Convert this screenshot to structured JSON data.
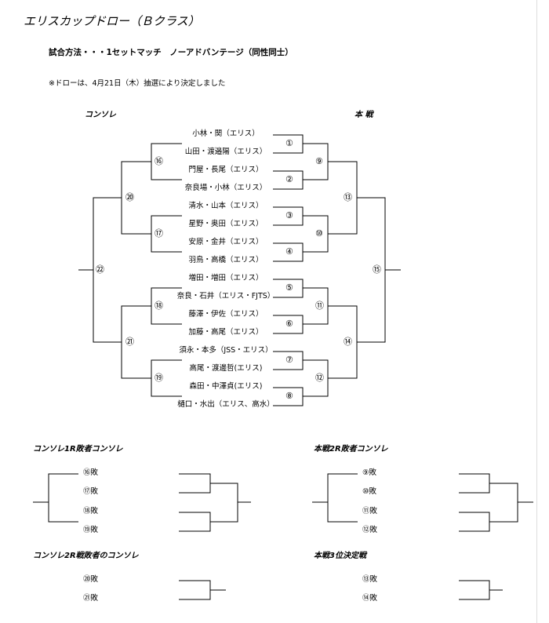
{
  "title": "エリスカップドロー（Ｂクラス）",
  "method": "試合方法・・・1セットマッチ　ノーアドバンテージ（同性同士）",
  "note": "※ドローは、4月21日（木）抽選により決定しました",
  "labels": {
    "consolation": "コンソレ",
    "main_draw": "本 戦"
  },
  "players": [
    "小林・関（エリス）",
    "山田・渡邉陽（エリス）",
    "門屋・長尾（エリス）",
    "奈良場・小林（エリス）",
    "清水・山本（エリス）",
    "星野・奥田（エリス）",
    "安原・金井（エリス）",
    "羽鳥・高橋（エリス）",
    "増田・増田（エリス）",
    "奈良・石井（エリス・FJTS）",
    "藤澤・伊佐（エリス）",
    "加藤・高尾（エリス）",
    "須永・本多（JSS・エリス）",
    "高尾・渡邊哲(エリス)",
    "森田・中澤貞(エリス)",
    "樋口・水出（エリス、高水）"
  ],
  "match_numbers": {
    "main_r1": [
      "①",
      "②",
      "③",
      "④",
      "⑤",
      "⑥",
      "⑦",
      "⑧"
    ],
    "main_r2": [
      "⑨",
      "⑩",
      "⑪",
      "⑫"
    ],
    "main_r3": [
      "⑬",
      "⑭"
    ],
    "main_final": "⑮",
    "conso_r1": [
      "⑯",
      "⑰",
      "⑱",
      "⑲"
    ],
    "conso_r2": [
      "⑳",
      "㉑"
    ],
    "conso_final": "㉒"
  },
  "sub_draws": {
    "conso_1r_losers": {
      "title": "コンソレ1R敗者コンソレ",
      "entries": [
        "⑯敗",
        "⑰敗",
        "⑱敗",
        "⑲敗"
      ]
    },
    "main_2r_losers": {
      "title": "本戦2R敗者コンソレ",
      "entries": [
        "⑨敗",
        "⑩敗",
        "⑪敗",
        "⑫敗"
      ]
    },
    "conso_2r_losers": {
      "title": "コンソレ2R戦敗者のコンソレ",
      "entries": [
        "⑳敗",
        "㉑敗"
      ]
    },
    "third_place": {
      "title": "本戦3位決定戦",
      "entries": [
        "⑬敗",
        "⑭敗"
      ]
    }
  }
}
